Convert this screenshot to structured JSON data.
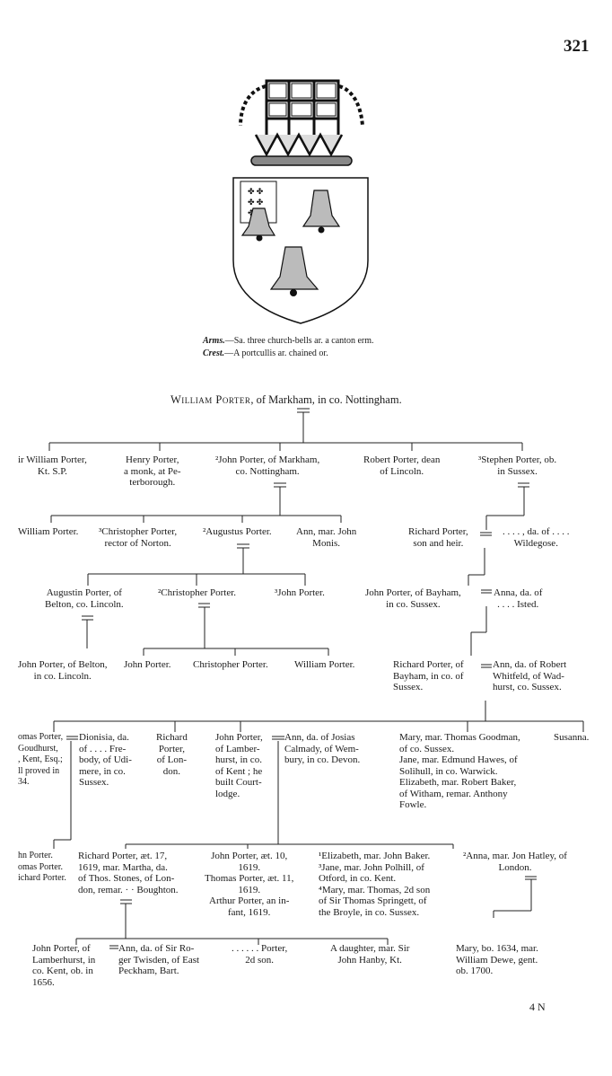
{
  "page_number": "321",
  "page_footer": "4 N",
  "heraldry": {
    "arms_label": "Arms.",
    "arms_text": "—Sa. three church-bells ar. a canton erm.",
    "crest_label": "Crest.",
    "crest_text": "—A portcullis ar. chained or."
  },
  "root": {
    "name": "William Porter",
    "rest": ", of Markham, in co. Nottingham."
  },
  "gen1": {
    "william": "ir William Porter,\nKt. S.P.",
    "henry": "Henry Porter,\na monk, at Pe-\nterborough.",
    "john": "²John Porter, of Markham,\nco. Nottingham.",
    "robert": "Robert Porter, dean\nof Lincoln.",
    "stephen": "³Stephen Porter, ob.\nin Sussex."
  },
  "gen2": {
    "william": "William Porter.",
    "christopher": "³Christopher Porter,\nrector of Norton.",
    "augustus": "²Augustus Porter.",
    "ann": "Ann, mar. John\nMonis.",
    "richard": "Richard Porter,\nson and heir.",
    "richard_wife": ". . . . , da. of . . . .\nWildegose."
  },
  "gen3": {
    "augustin": "Augustin Porter, of\nBelton, co. Lincoln.",
    "christopher": "²Christopher Porter.",
    "john": "³John Porter.",
    "john_bayham": "John Porter, of Bayham,\nin co. Sussex.",
    "anna": "Anna, da. of\n. . . . Isted."
  },
  "gen4": {
    "john_belton": "John Porter, of Belton,\nin co. Lincoln.",
    "john": "John Porter.",
    "christopher": "Christopher Porter.",
    "william": "William Porter.",
    "richard_bayham": "Richard Porter, of\nBayham, in co. of\nSussex.",
    "ann_whitfeld": "Ann, da. of Robert\nWhitfeld, of Wad-\nhurst, co. Sussex."
  },
  "gen5": {
    "thomas": "omas Porter,\nGoudhurst,\n, Kent, Esq.;\nll proved in\n34.",
    "dionisia": "Dionisia, da.\nof . . . . Fre-\nbody, of Udi-\nmere, in co.\nSussex.",
    "richard": "Richard\nPorter,\nof Lon-\ndon.",
    "john_lamberhurst": "John Porter,\nof Lamber-\nhurst, in co.\nof Kent ; he\nbuilt Court-\nlodge.",
    "ann_calmady": "Ann, da. of Josias\nCalmady, of Wem-\nbury, in co. Devon.",
    "sisters": "Mary, mar. Thomas Goodman,\nof co. Sussex.\nJane, mar. Edmund Hawes, of\nSolihull, in co. Warwick.\nElizabeth, mar. Robert Baker,\nof Witham, remar. Anthony\nFowle.",
    "susanna": "Susanna."
  },
  "gen6": {
    "thomas_kids": "hn Porter.\nomas Porter.\nichard Porter.",
    "richard": "Richard Porter, æt. 17,\n1619, mar. Martha, da.\nof Thos. Stones, of Lon-\ndon, remar. · · Boughton.",
    "sons": "John Porter, æt. 10,\n1619.\nThomas Porter, æt. 11,\n1619.\nArthur Porter, an in-\nfant, 1619.",
    "daughters": "¹Elizabeth, mar. John Baker.\n³Jane, mar. John Polhill, of\nOtford, in co. Kent.\n⁴Mary, mar. Thomas, 2d son\nof Sir Thomas Springett, of\nthe Broyle, in co. Sussex.",
    "anna_hatley": "²Anna, mar. Jon Hatley, of\nLondon."
  },
  "gen7": {
    "john_lamberhurst": "John Porter, of\nLamberhurst, in\nco. Kent, ob. in\n1656.",
    "ann_twisden": "Ann, da. of Sir Ro-\nger Twisden, of East\nPeckham, Bart.",
    "porter_2d": ". . . . . . Porter,\n2d son.",
    "daughter": "A daughter, mar. Sir\nJohn Hanby, Kt.",
    "mary": "Mary, bo. 1634, mar.\nWilliam Dewe, gent.\nob. 1700."
  }
}
